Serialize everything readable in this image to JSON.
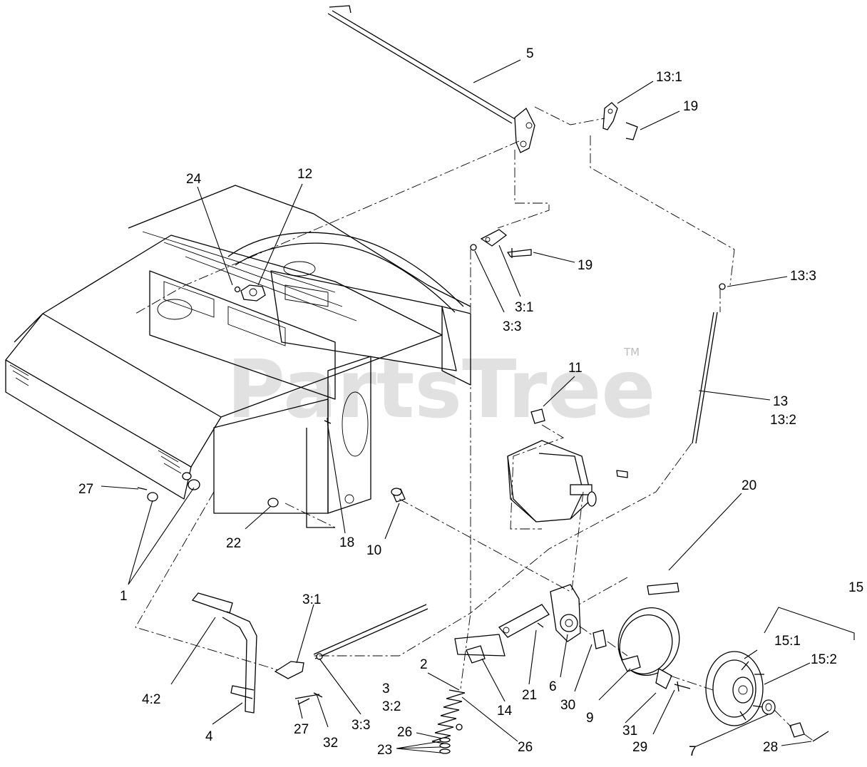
{
  "watermark": {
    "text": "PartsTree",
    "trademark": "TM"
  },
  "callouts": {
    "c5": "5",
    "c13_1": "13:1",
    "c19a": "19",
    "c24": "24",
    "c12": "12",
    "c19b": "19",
    "c13_3": "13:3",
    "c3_1a": "3:1",
    "c3_3a": "3:3",
    "c11": "11",
    "c13": "13",
    "c13_2": "13:2",
    "c20": "20",
    "c27a": "27",
    "c22": "22",
    "c10": "10",
    "c18": "18",
    "c1": "1",
    "c15": "15",
    "c3_1b": "3:1",
    "c2": "2",
    "c3": "3",
    "c3_2": "3:2",
    "c21": "21",
    "c6": "6",
    "c14": "14",
    "c30": "30",
    "c9": "9",
    "c15_1": "15:1",
    "c15_2": "15:2",
    "c4_2": "4:2",
    "c4": "4",
    "c27b": "27",
    "c32": "32",
    "c3_3b": "3:3",
    "c26a": "26",
    "c26b": "26",
    "c23": "23",
    "c31": "31",
    "c29": "29",
    "c7": "7",
    "c28": "28"
  }
}
